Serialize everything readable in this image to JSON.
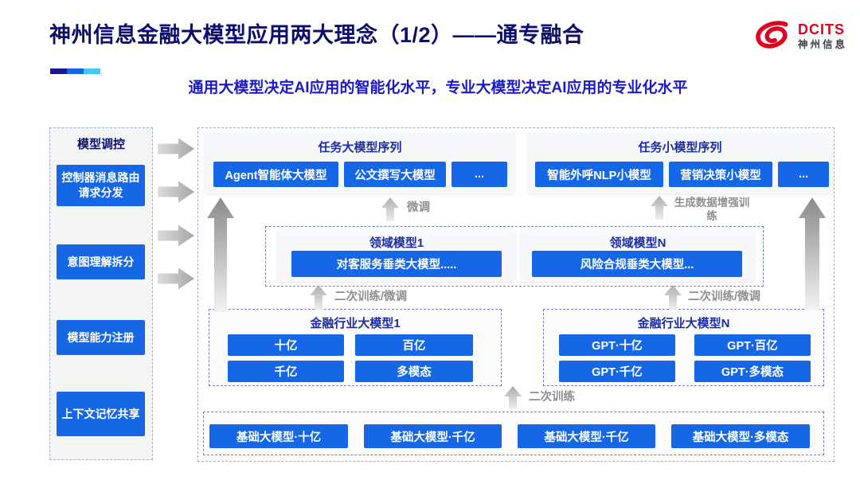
{
  "header": {
    "title": "神州信息金融大模型应用两大理念（1/2）——通专融合",
    "subtitle": "通用大模型决定AI应用的智能化水平，专业大模型决定AI应用的专业化水平",
    "logo": {
      "name": "DCITS",
      "caption": "神州信息"
    }
  },
  "colors": {
    "accent_dark": "#1A1A8C",
    "accent_mid": "#1566E0",
    "accent_light": "#45C8F0",
    "box_blue": "#1667E6",
    "title_navy": "#0D0D6E",
    "subtitle_blue": "#1A1AC8",
    "logo_red": "#E3001F"
  },
  "sidebar": {
    "title": "模型调控",
    "items": [
      {
        "label": "控制器消息路由请求分发"
      },
      {
        "label": "意图理解拆分"
      },
      {
        "label": "模型能力注册"
      },
      {
        "label": "上下文记忆共享"
      }
    ]
  },
  "diagram": {
    "task_large": {
      "title": "任务大模型序列",
      "boxes": [
        "Agent智能体大模型",
        "公文撰写大模型",
        "..."
      ]
    },
    "task_small": {
      "title": "任务小模型序列",
      "boxes": [
        "智能外呼NLP小模型",
        "营销决策小模型",
        "..."
      ]
    },
    "domain": {
      "m1": {
        "title": "领域模型1",
        "box": "对客服务垂类大模型....."
      },
      "mn": {
        "title": "领域模型N",
        "box": "风险合规垂类大模型..."
      }
    },
    "industry_1": {
      "title": "金融行业大模型1",
      "boxes": [
        "十亿",
        "百亿",
        "千亿",
        "多模态"
      ]
    },
    "industry_n": {
      "title": "金融行业大模型N",
      "boxes": [
        "GPT·十亿",
        "GPT·百亿",
        "GPT·千亿",
        "GPT·多模态"
      ]
    },
    "base_models": {
      "boxes": [
        "基础大模型·十亿",
        "基础大模型·千亿",
        "基础大模型·千亿",
        "基础大模型·多模态"
      ]
    },
    "labels": {
      "finetune": "微调",
      "gen_data_train": "生成数据增强训练",
      "retrain_left": "二次训练/微调",
      "retrain_right": "二次训练/微调",
      "retrain_bottom": "二次训练"
    }
  }
}
